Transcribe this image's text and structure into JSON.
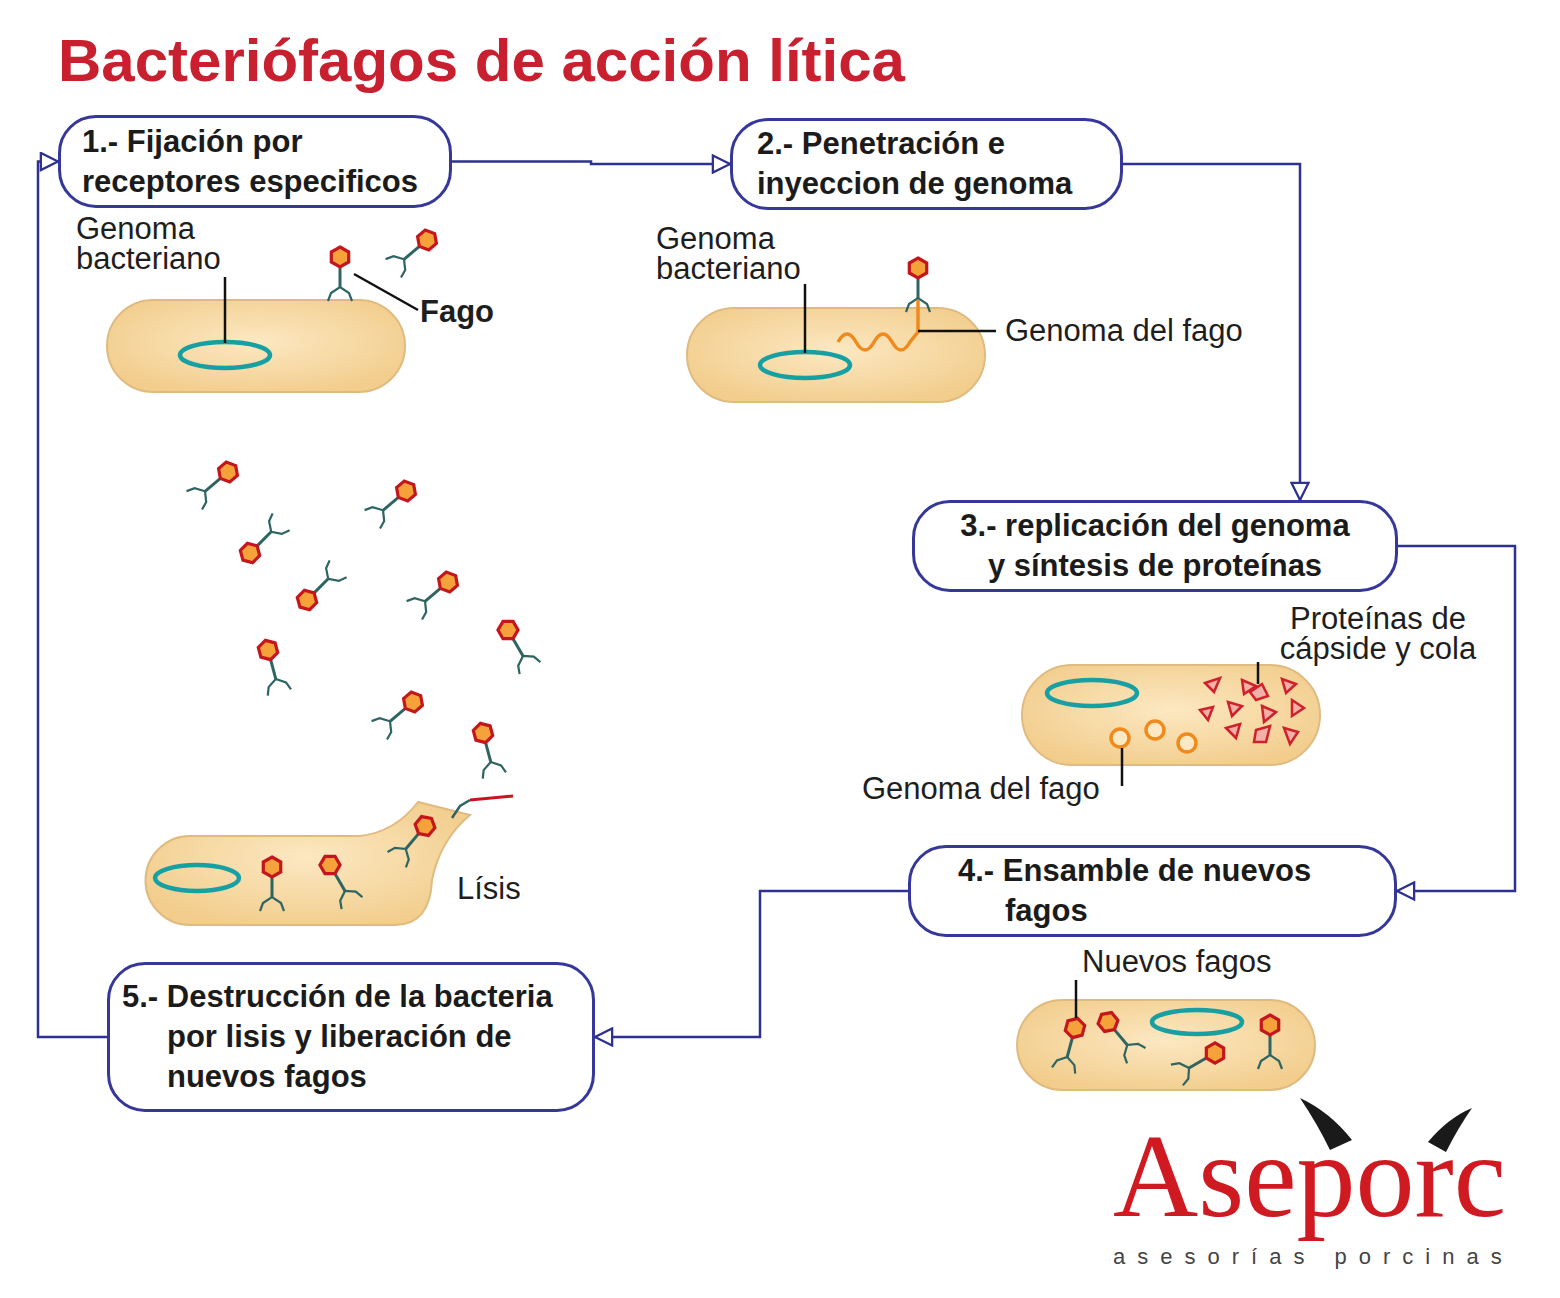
{
  "diagram": {
    "title": "Bacteriófagos de acción lítica",
    "nodes": [
      {
        "text": [
          "1.- Fijación por receptores especificos"
        ]
      },
      {
        "text": [
          "2.- Penetración e inyeccion de genoma"
        ]
      },
      {
        "text": [
          "3.- replicación del genoma y síntesis de proteínas"
        ]
      },
      {
        "text": [
          "4.- Ensamble de nuevos fagos"
        ]
      },
      {
        "text": [
          "5.- Destrucción de la bacteria por lisis y liberación de nuevos fagos"
        ]
      }
    ],
    "edges": [
      {
        "from": 0,
        "to": 1,
        "arrow": "to"
      },
      {
        "from": 1,
        "to": 2,
        "arrow": "to"
      },
      {
        "from": 2,
        "to": 3,
        "arrow": "to"
      },
      {
        "from": 3,
        "to": 4,
        "arrow": "to"
      },
      {
        "from": 4,
        "to": 0,
        "arrow": "to"
      }
    ],
    "labels": [
      "Genoma bacteriano",
      "Fago",
      "Genoma bacteriano",
      "Genoma del fago",
      "Proteínas de cápside y cola",
      "Genoma del fago",
      "Nuevos fagos",
      "Lísis",
      "Aseporc",
      "asesorías porcinas"
    ]
  }
}
